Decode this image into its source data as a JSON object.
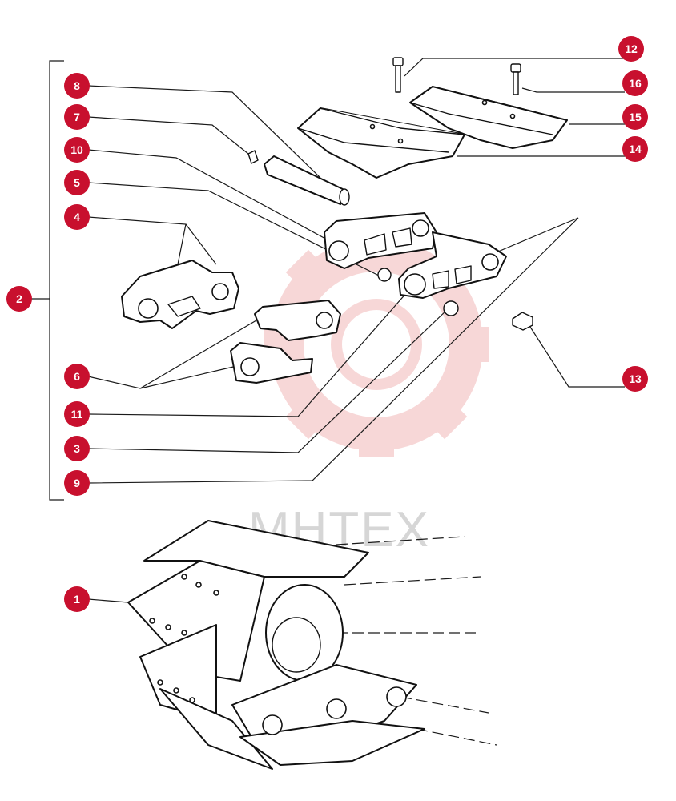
{
  "diagram": {
    "brand_color": "#c8102e",
    "watermark_text": "MHTEX",
    "callouts": [
      "1",
      "2",
      "3",
      "4",
      "5",
      "6",
      "7",
      "8",
      "9",
      "10",
      "11",
      "12",
      "13",
      "14",
      "15",
      "16"
    ]
  }
}
